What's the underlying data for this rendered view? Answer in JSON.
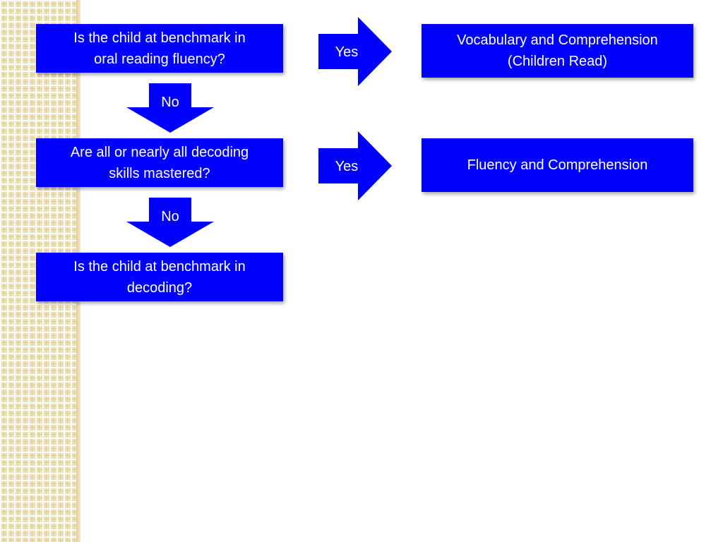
{
  "flowchart": {
    "questions": [
      {
        "text": "Is the child at benchmark in\noral reading fluency?"
      },
      {
        "text": "Are all or nearly all decoding\nskills mastered?"
      },
      {
        "text": "Is the child at benchmark in\ndecoding?"
      }
    ],
    "results": [
      {
        "text": "Vocabulary and Comprehension\n(Children Read)"
      },
      {
        "text": "Fluency and Comprehension"
      }
    ],
    "yes_arrows": [
      {
        "label": "Yes"
      },
      {
        "label": "Yes"
      }
    ],
    "no_arrows": [
      {
        "label": "No"
      },
      {
        "label": "No"
      }
    ]
  },
  "colors": {
    "box_fill": "#0000ff",
    "text": "#ffffff",
    "side_strip": "#efe1b8"
  }
}
